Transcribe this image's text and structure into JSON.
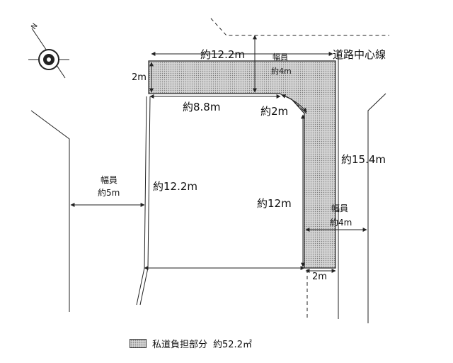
{
  "labels": {
    "road_center_line": "道路中心線",
    "top_width_title": "幅員",
    "top_width_value": "約4m",
    "top_length": "約12.2m",
    "top_depth": "2m",
    "inner_top": "約8.8m",
    "corner_cut": "約2m",
    "right_length": "約15.4m",
    "left_width_title": "幅員",
    "left_width_value": "約5m",
    "left_length": "約12.2m",
    "inner_right": "約12m",
    "right_width_title": "幅員",
    "right_width_value": "約4m",
    "bottom_depth": "2m"
  },
  "legend": {
    "label": "私道負担部分",
    "value": "約52.2㎡"
  },
  "colors": {
    "line": "#222222",
    "hatch_fill": "#d4d4d4",
    "hatch_dot": "#7a7a7a"
  },
  "compass": {
    "icon": "north-compass-icon",
    "letter": "N"
  }
}
